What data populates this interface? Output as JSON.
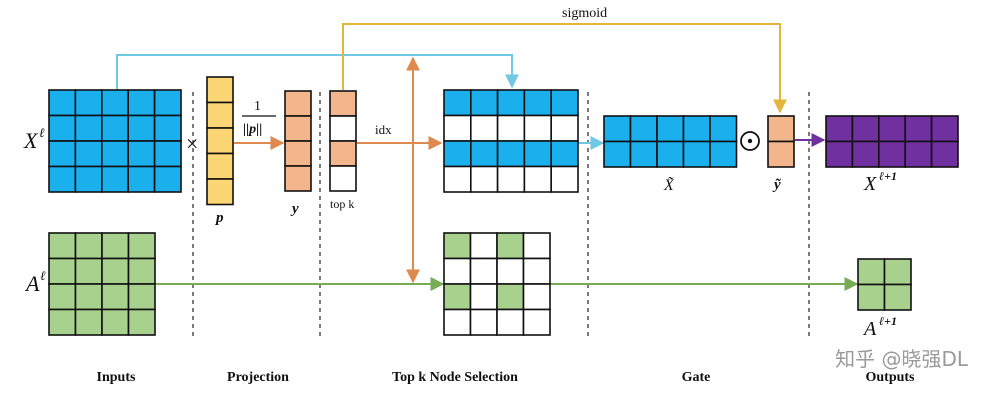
{
  "labels": {
    "x_input": "X",
    "x_input_sup": "ℓ",
    "a_input": "A",
    "a_input_sup": "ℓ",
    "times": "×",
    "p": "p",
    "frac_num": "1",
    "frac_den": "||p||",
    "y": "y",
    "topk": "top k",
    "idx": "idx",
    "sigmoid": "sigmoid",
    "x_tilde": "X̃",
    "y_tilde": "ỹ",
    "odot": "⊙",
    "x_out": "X",
    "x_out_sup": "ℓ+1",
    "a_out": "A",
    "a_out_sup": "ℓ+1"
  },
  "stages": [
    "Inputs",
    "Projection",
    "Top k Node Selection",
    "Gate",
    "Outputs"
  ],
  "watermark": "知乎 @晓强DL",
  "colors": {
    "blue": "#1ab0ee",
    "yellow": "#fcd675",
    "salmon": "#f3b58c",
    "green": "#a9d18e",
    "purple": "#7030a0",
    "arrow_blue": "#71c8e4",
    "arrow_gold": "#e3b53b",
    "arrow_orange": "#de8a4f",
    "arrow_green": "#77ab54",
    "arrow_purple": "#7030a0"
  }
}
